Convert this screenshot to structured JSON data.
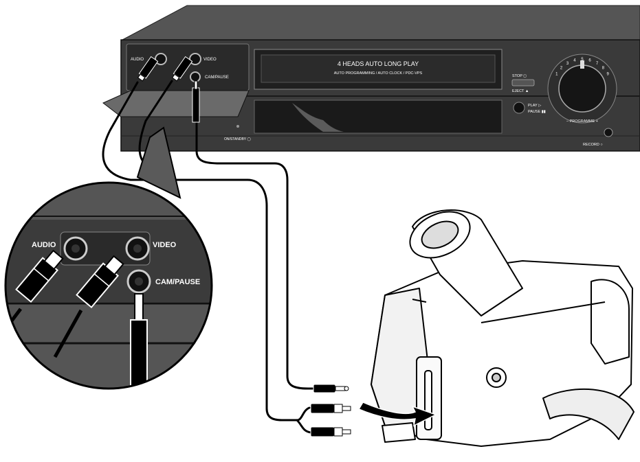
{
  "vcr": {
    "front_panel": {
      "audio_label": "AUDIO",
      "video_label": "VIDEO",
      "cam_pause_label": "CAM/PAUSE"
    },
    "cassette_door": {
      "line1": "4 HEADS AUTO LONG PLAY",
      "line2": "AUTO PROGRAMMING / AUTO CLOCK / PDC-VPS"
    },
    "buttons": {
      "stop": "STOP ◻",
      "eject": "EJECT ▲",
      "play": "PLAY ▷",
      "pause": "PAUSE ▮▮",
      "record": "RECORD ○",
      "on_standby": "ON/STANDBY ◯"
    },
    "dial": {
      "label": "– PROGRAMME +",
      "ticks": [
        "1",
        "2",
        "3",
        "4",
        "5",
        "6",
        "7",
        "8",
        "9"
      ]
    }
  },
  "zoom_inset": {
    "audio_label": "AUDIO",
    "video_label": "VIDEO",
    "cam_pause_label": "CAM/PAUSE"
  },
  "colors": {
    "vcr_body": "#3c3c3c",
    "vcr_dark": "#1e1e1e",
    "cable": "#000000",
    "camcorder": "#ffffff"
  }
}
